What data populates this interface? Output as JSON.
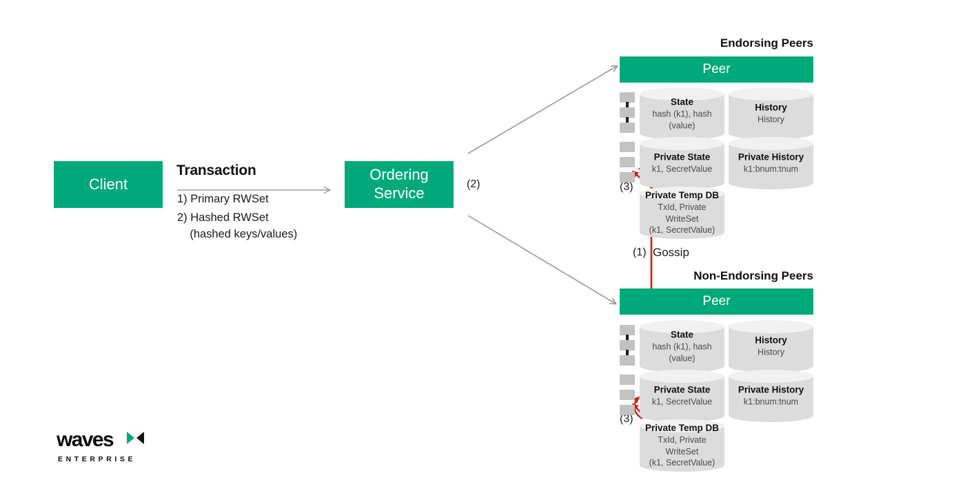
{
  "theme": {
    "green": "#00a97a",
    "cylinder_body": "#dcdcdc",
    "cylinder_top": "#f1f1f1",
    "block_icon": "#c2c2c2",
    "arrow_gray": "#9a9a9a",
    "arrow_red": "#e8120c",
    "text": "#1a1a1a",
    "background": "#ffffff"
  },
  "client": {
    "label": "Client"
  },
  "ordering": {
    "label_line1": "Ordering",
    "label_line2": "Service"
  },
  "transaction": {
    "title": "Transaction",
    "item_1": "1) Primary RWSet",
    "item_2": "2) Hashed RWSet\n    (hashed keys/values)"
  },
  "steps": {
    "step_2": "(2)",
    "step_1": "(1)",
    "gossip": "Gossip",
    "step_3_top": "(3)",
    "step_3_bottom": "(3)"
  },
  "clusters": [
    {
      "caption": "Endorsing Peers",
      "peer_label": "Peer",
      "databases": [
        {
          "title": "State",
          "sub": "hash (k1), hash (value)"
        },
        {
          "title": "History",
          "sub": "History"
        },
        {
          "title": "Private State",
          "sub": "k1, SecretValue"
        },
        {
          "title": "Private History",
          "sub": "k1:bnum:tnum"
        },
        {
          "title": "Private Temp DB",
          "sub": "TxId, Private WriteSet\n(k1, SecretValue)"
        }
      ]
    },
    {
      "caption": "Non-Endorsing Peers",
      "peer_label": "Peer",
      "databases": [
        {
          "title": "State",
          "sub": "hash (k1), hash (value)"
        },
        {
          "title": "History",
          "sub": "History"
        },
        {
          "title": "Private State",
          "sub": "k1, SecretValue"
        },
        {
          "title": "Private History",
          "sub": "k1:bnum:tnum"
        },
        {
          "title": "Private Temp DB",
          "sub": "TxId, Private WriteSet\n(k1, SecretValue)"
        }
      ]
    }
  ],
  "logo": {
    "word": "waves",
    "subtitle": "ENTERPRISE"
  }
}
